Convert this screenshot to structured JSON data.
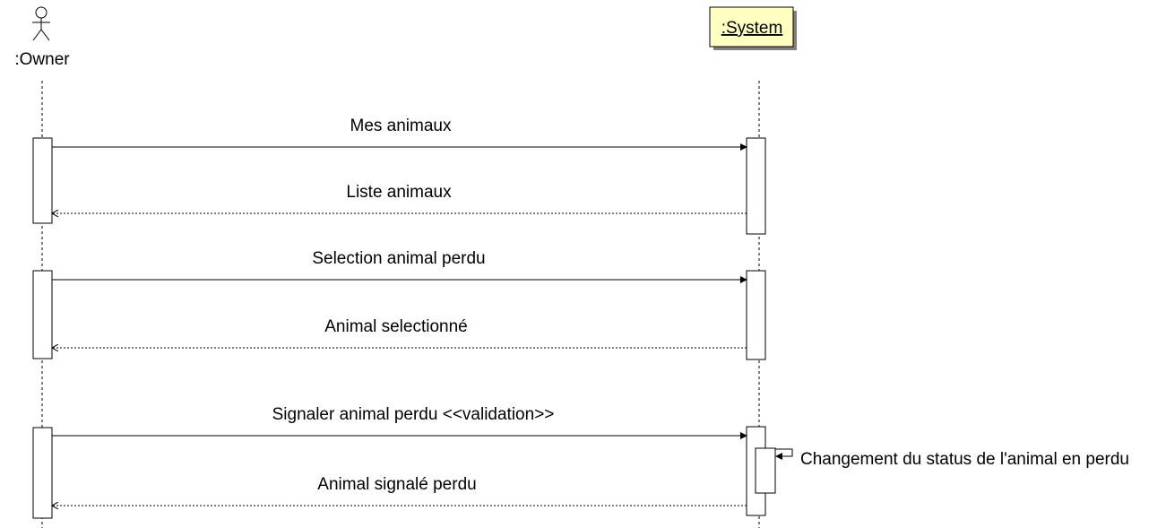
{
  "participants": {
    "owner": {
      "name": ":Owner",
      "kind": "actor"
    },
    "system": {
      "name": ":System",
      "kind": "object",
      "fill": "#ffffc0"
    }
  },
  "messages": [
    {
      "id": "m1",
      "label": "Mes animaux",
      "type": "sync"
    },
    {
      "id": "m2",
      "label": "Liste animaux",
      "type": "return"
    },
    {
      "id": "m3",
      "label": "Selection animal perdu",
      "type": "sync"
    },
    {
      "id": "m4",
      "label": "Animal selectionné",
      "type": "return"
    },
    {
      "id": "m5",
      "label": "Signaler animal perdu <<validation>>",
      "type": "sync"
    },
    {
      "id": "m6",
      "label": "Changement du status de l'animal en perdu",
      "type": "self"
    },
    {
      "id": "m7",
      "label": "Animal signalé perdu",
      "type": "return"
    }
  ]
}
